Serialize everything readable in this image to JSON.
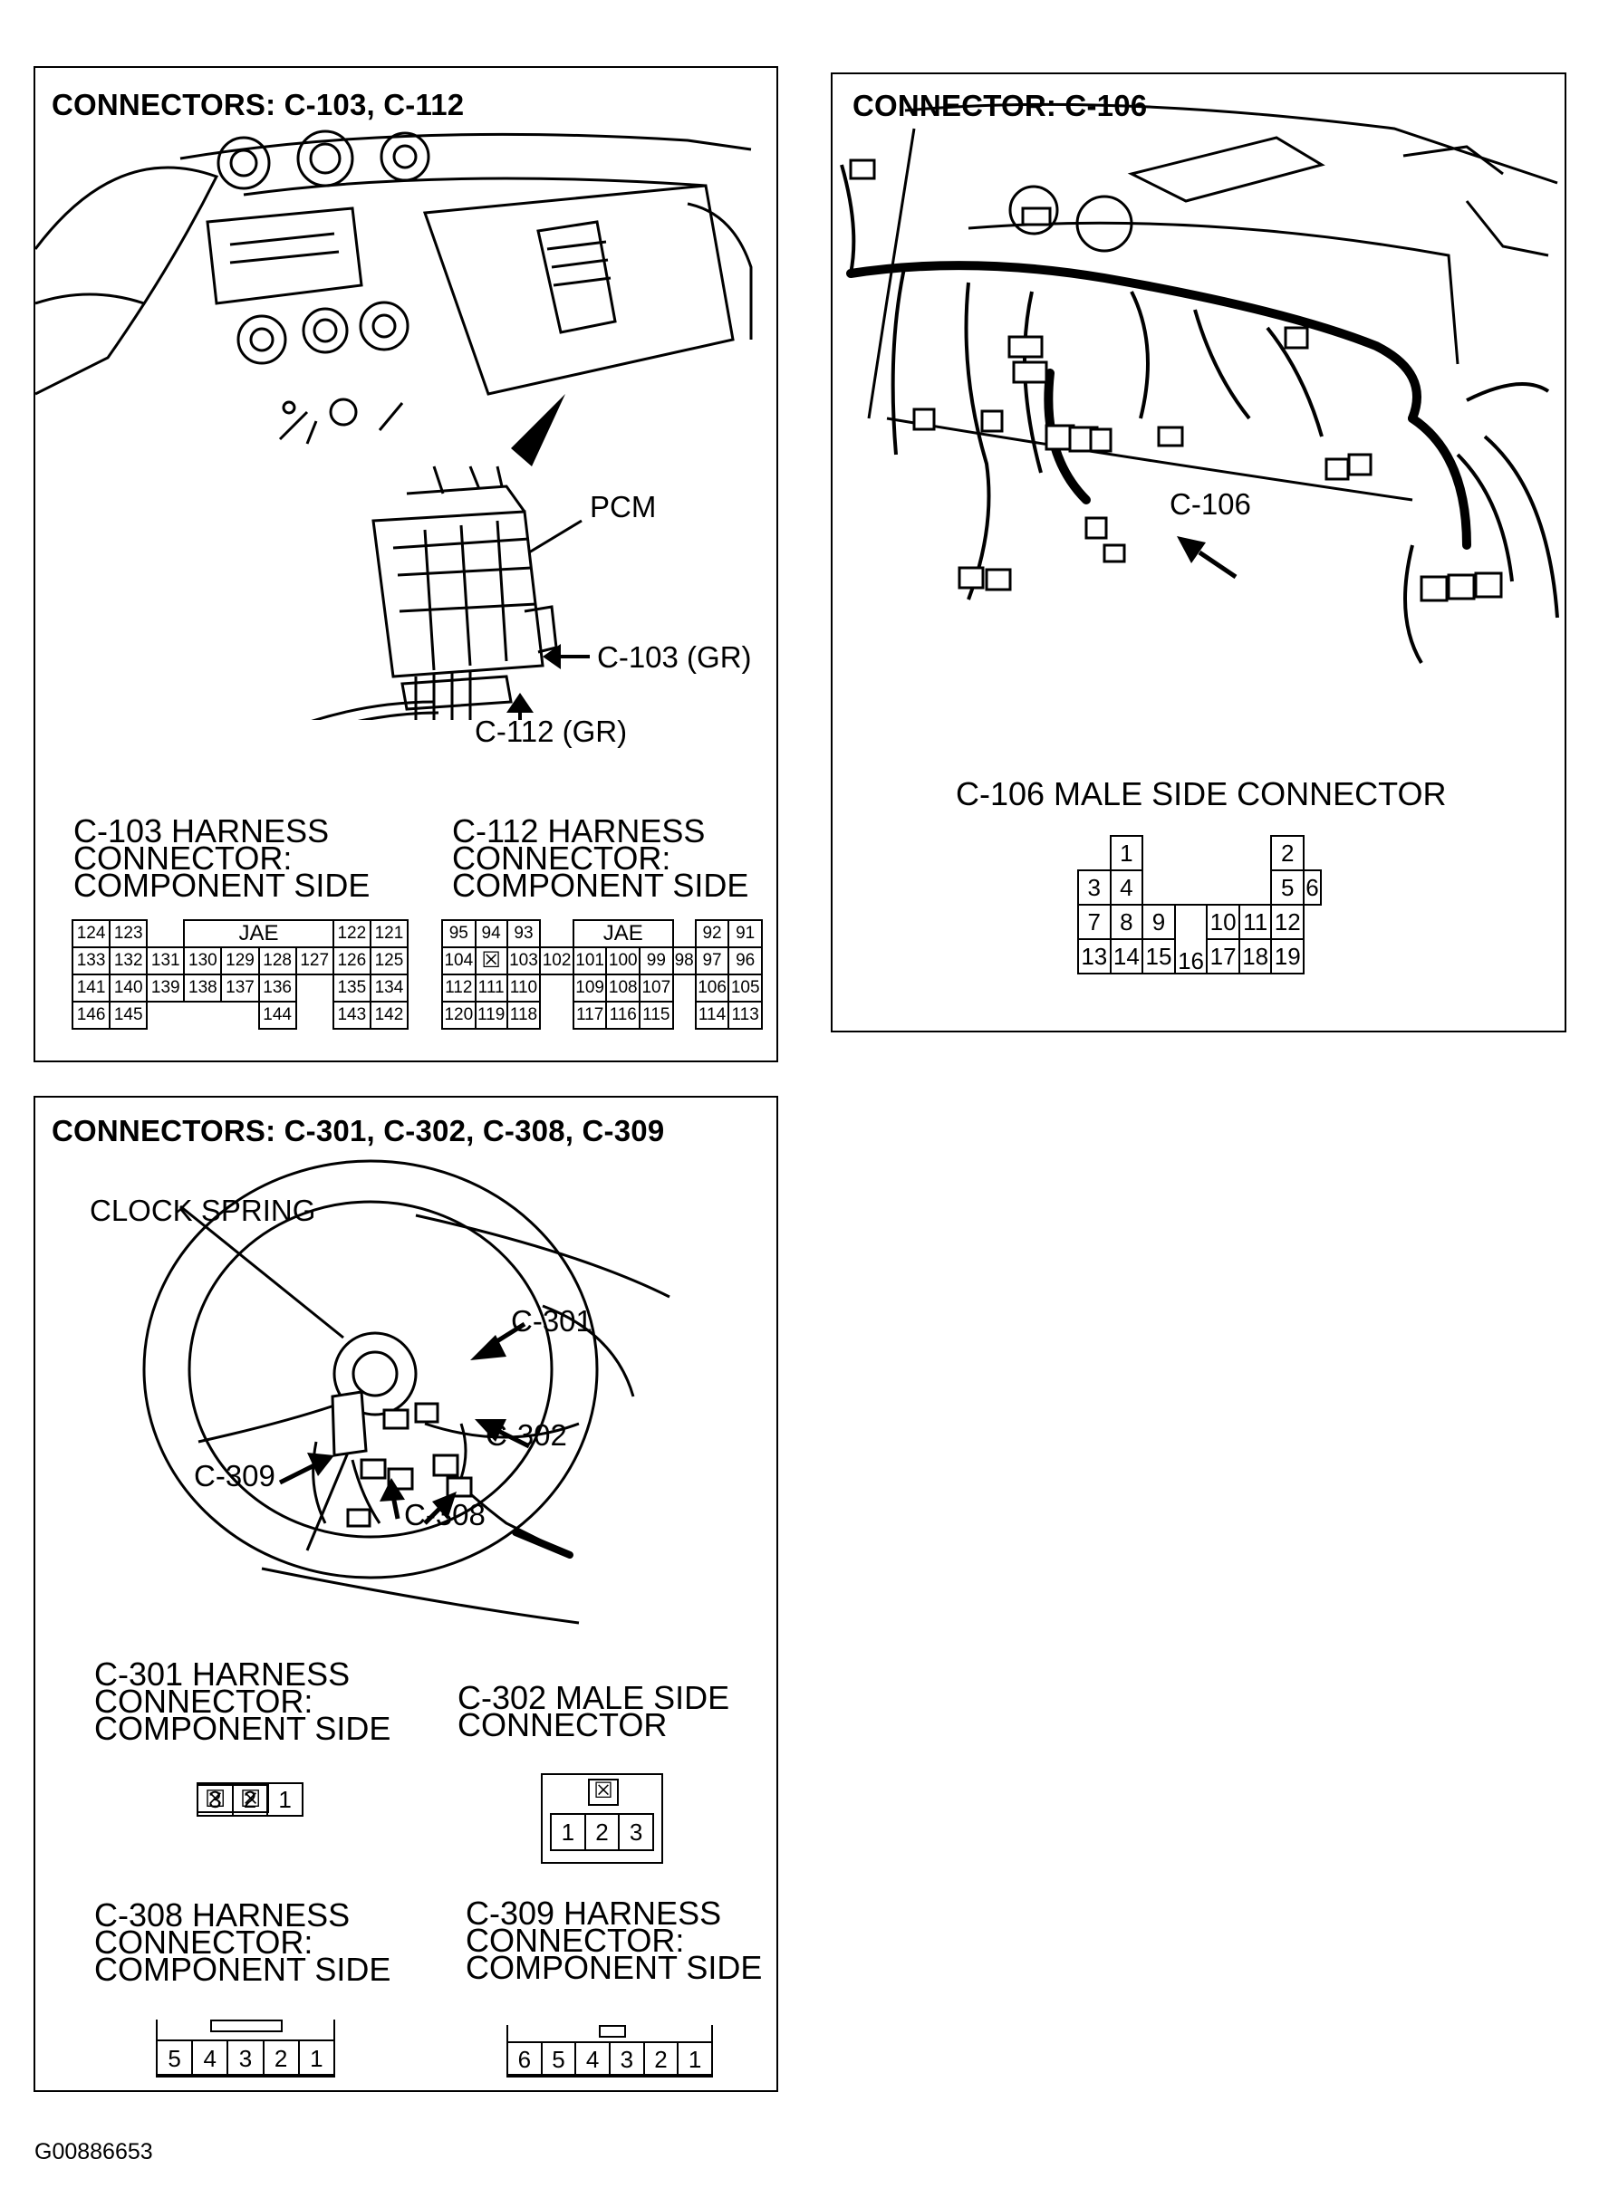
{
  "panels": {
    "pcm": {
      "title": "CONNECTORS: C-103, C-112",
      "labels": {
        "pcm": "PCM",
        "c103": "C-103 (GR)",
        "c112": "C-112 (GR)"
      },
      "captions": {
        "c103": "C-103 HARNESS\nCONNECTOR:\nCOMPONENT SIDE",
        "c112": "C-112 HARNESS\nCONNECTOR:\nCOMPONENT SIDE"
      },
      "c103_pins": {
        "row1": [
          "124",
          "123",
          "JAE",
          "122",
          "121"
        ],
        "row2": [
          "133",
          "132",
          "131",
          "130",
          "129",
          "128",
          "127",
          "126",
          "125"
        ],
        "row3": [
          "141",
          "140",
          "139",
          "138",
          "137",
          "136",
          "135",
          "134"
        ],
        "row4": [
          "146",
          "145",
          "144",
          "143",
          "142"
        ]
      },
      "c112_pins": {
        "row1": [
          "95",
          "94",
          "93",
          "JAE",
          "92",
          "91"
        ],
        "row2": [
          "104",
          "103",
          "102",
          "101",
          "100",
          "99",
          "98",
          "97",
          "96"
        ],
        "row3": [
          "112",
          "111",
          "110",
          "109",
          "108",
          "107",
          "106",
          "105"
        ],
        "row4": [
          "120",
          "119",
          "118",
          "117",
          "116",
          "115",
          "114",
          "113"
        ]
      }
    },
    "c106": {
      "title": "CONNECTOR: C-106",
      "labels": {
        "c106": "C-106"
      },
      "caption": "C-106 MALE SIDE CONNECTOR",
      "pins": [
        "1",
        "2",
        "3",
        "4",
        "5",
        "6",
        "7",
        "8",
        "9",
        "10",
        "11",
        "12",
        "13",
        "14",
        "15",
        "16",
        "17",
        "18",
        "19"
      ]
    },
    "steering": {
      "title": "CONNECTORS: C-301, C-302, C-308, C-309",
      "labels": {
        "clock_spring": "CLOCK SPRING",
        "c301": "C-301",
        "c302": "C-302",
        "c308": "C-308",
        "c309": "C-309"
      },
      "captions": {
        "c301": "C-301 HARNESS\nCONNECTOR:\nCOMPONENT SIDE",
        "c302": "C-302 MALE SIDE\nCONNECTOR",
        "c308": "C-308 HARNESS\nCONNECTOR:\nCOMPONENT SIDE",
        "c309": "C-309 HARNESS\nCONNECTOR:\nCOMPONENT SIDE"
      },
      "c301_pins": [
        "3",
        "2",
        "1"
      ],
      "c302_pins": [
        "1",
        "2",
        "3"
      ],
      "c308_pins": [
        "5",
        "4",
        "3",
        "2",
        "1"
      ],
      "c309_pins": [
        "6",
        "5",
        "4",
        "3",
        "2",
        "1"
      ]
    }
  },
  "footer": {
    "code": "G00886653"
  }
}
